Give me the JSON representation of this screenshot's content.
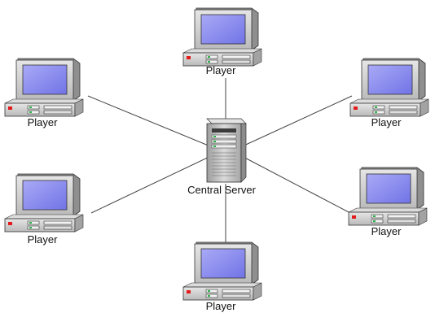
{
  "server": {
    "label": "Central Server"
  },
  "players": [
    {
      "label": "Player"
    },
    {
      "label": "Player"
    },
    {
      "label": "Player"
    },
    {
      "label": "Player"
    },
    {
      "label": "Player"
    },
    {
      "label": "Player"
    }
  ],
  "colors": {
    "case": "#cfcfcf",
    "case_shadow": "#9a9a9a",
    "screen": "#8a8cf0",
    "server_body": "#c8c8c8",
    "connection_line": "#444444",
    "power_led": "#e21b1b",
    "drive_led": "#2fb34a"
  },
  "icons": {
    "player": "desktop-computer-icon",
    "server": "tower-server-icon"
  }
}
